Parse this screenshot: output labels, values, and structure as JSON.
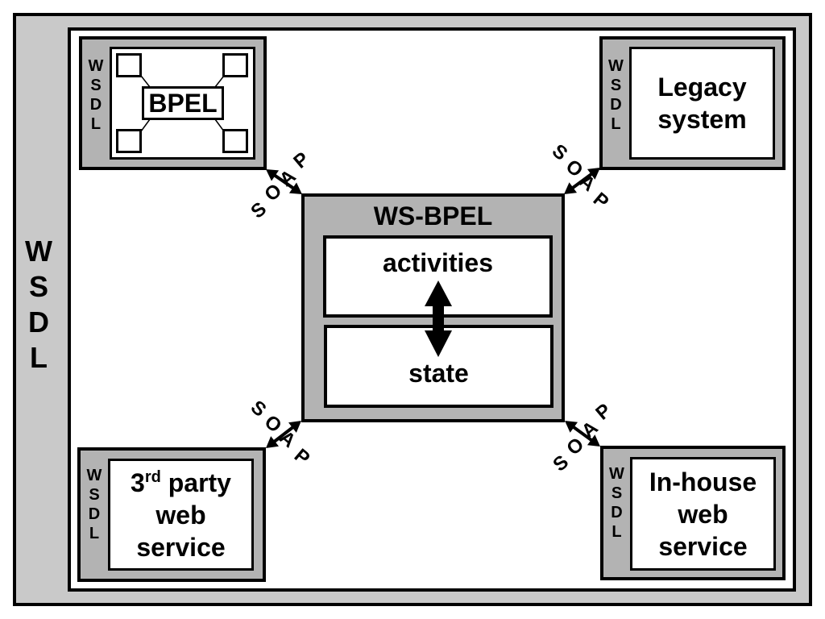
{
  "diagram": {
    "outer_label": "WSDL",
    "outer_letters": [
      "W",
      "S",
      "D",
      "L"
    ],
    "center": {
      "title": "WS-BPEL",
      "top_box": "activities",
      "bottom_box": "state"
    },
    "services": [
      {
        "id": "bpel",
        "wsdl_letters": [
          "W",
          "S",
          "D",
          "L"
        ],
        "label": "BPEL",
        "position": "top-left"
      },
      {
        "id": "legacy",
        "wsdl_letters": [
          "W",
          "S",
          "D",
          "L"
        ],
        "label_lines": [
          "Legacy",
          "system"
        ],
        "position": "top-right"
      },
      {
        "id": "third-party",
        "wsdl_letters": [
          "W",
          "S",
          "D",
          "L"
        ],
        "label_lines": [
          "3",
          "rd",
          " party",
          "web",
          "service"
        ],
        "position": "bottom-left"
      },
      {
        "id": "in-house",
        "wsdl_letters": [
          "W",
          "S",
          "D",
          "L"
        ],
        "label_lines": [
          "In-house",
          "web",
          "service"
        ],
        "position": "bottom-right"
      }
    ],
    "connector_label": "SOAP",
    "connector_letters": [
      "S",
      "O",
      "A",
      "P"
    ],
    "colors": {
      "outer_fill": "#c9c9c9",
      "box_fill": "#b3b3b3",
      "stroke": "#000000",
      "panel": "#ffffff"
    }
  }
}
